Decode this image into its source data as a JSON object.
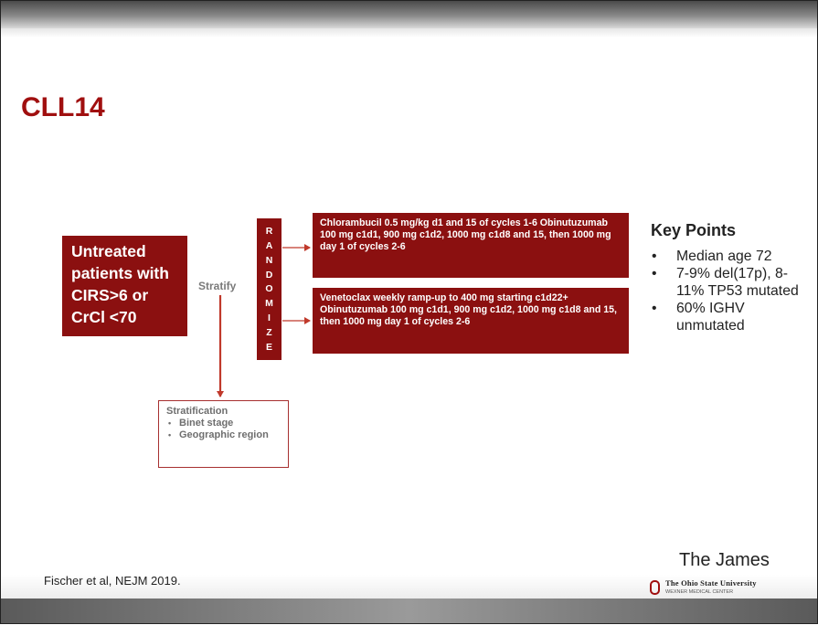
{
  "slide": {
    "title": "CLL14",
    "population": "Untreated patients with CIRS>6 or CrCl <70",
    "stratify_label": "Stratify",
    "randomize_letters": [
      "R",
      "A",
      "N",
      "D",
      "O",
      "M",
      "I",
      "Z",
      "E"
    ],
    "arms": [
      "Chlorambucil 0.5 mg/kg d1 and 15 of cycles 1-6 Obinutuzumab 100 mg c1d1, 900 mg c1d2, 1000 mg c1d8 and 15, then 1000 mg day 1 of cycles 2-6",
      "Venetoclax weekly ramp-up to 400 mg starting c1d22+ Obinutuzumab 100 mg c1d1, 900 mg c1d2, 1000 mg c1d8 and 15, then 1000 mg day 1 of cycles 2-6"
    ],
    "stratification": {
      "title": "Stratification",
      "items": [
        "Binet stage",
        "Geographic region"
      ]
    },
    "key_points": {
      "title": "Key Points",
      "items": [
        "Median age 72",
        "7-9% del(17p), 8-11% TP53 mutated",
        "60% IGHV unmutated"
      ]
    },
    "citation": "Fischer et al, NEJM 2019.",
    "brand": {
      "name": "The James",
      "university": "The Ohio State University",
      "center": "WEXNER MEDICAL CENTER"
    }
  },
  "colors": {
    "accent": "#8b1010",
    "title": "#a00f0f"
  }
}
